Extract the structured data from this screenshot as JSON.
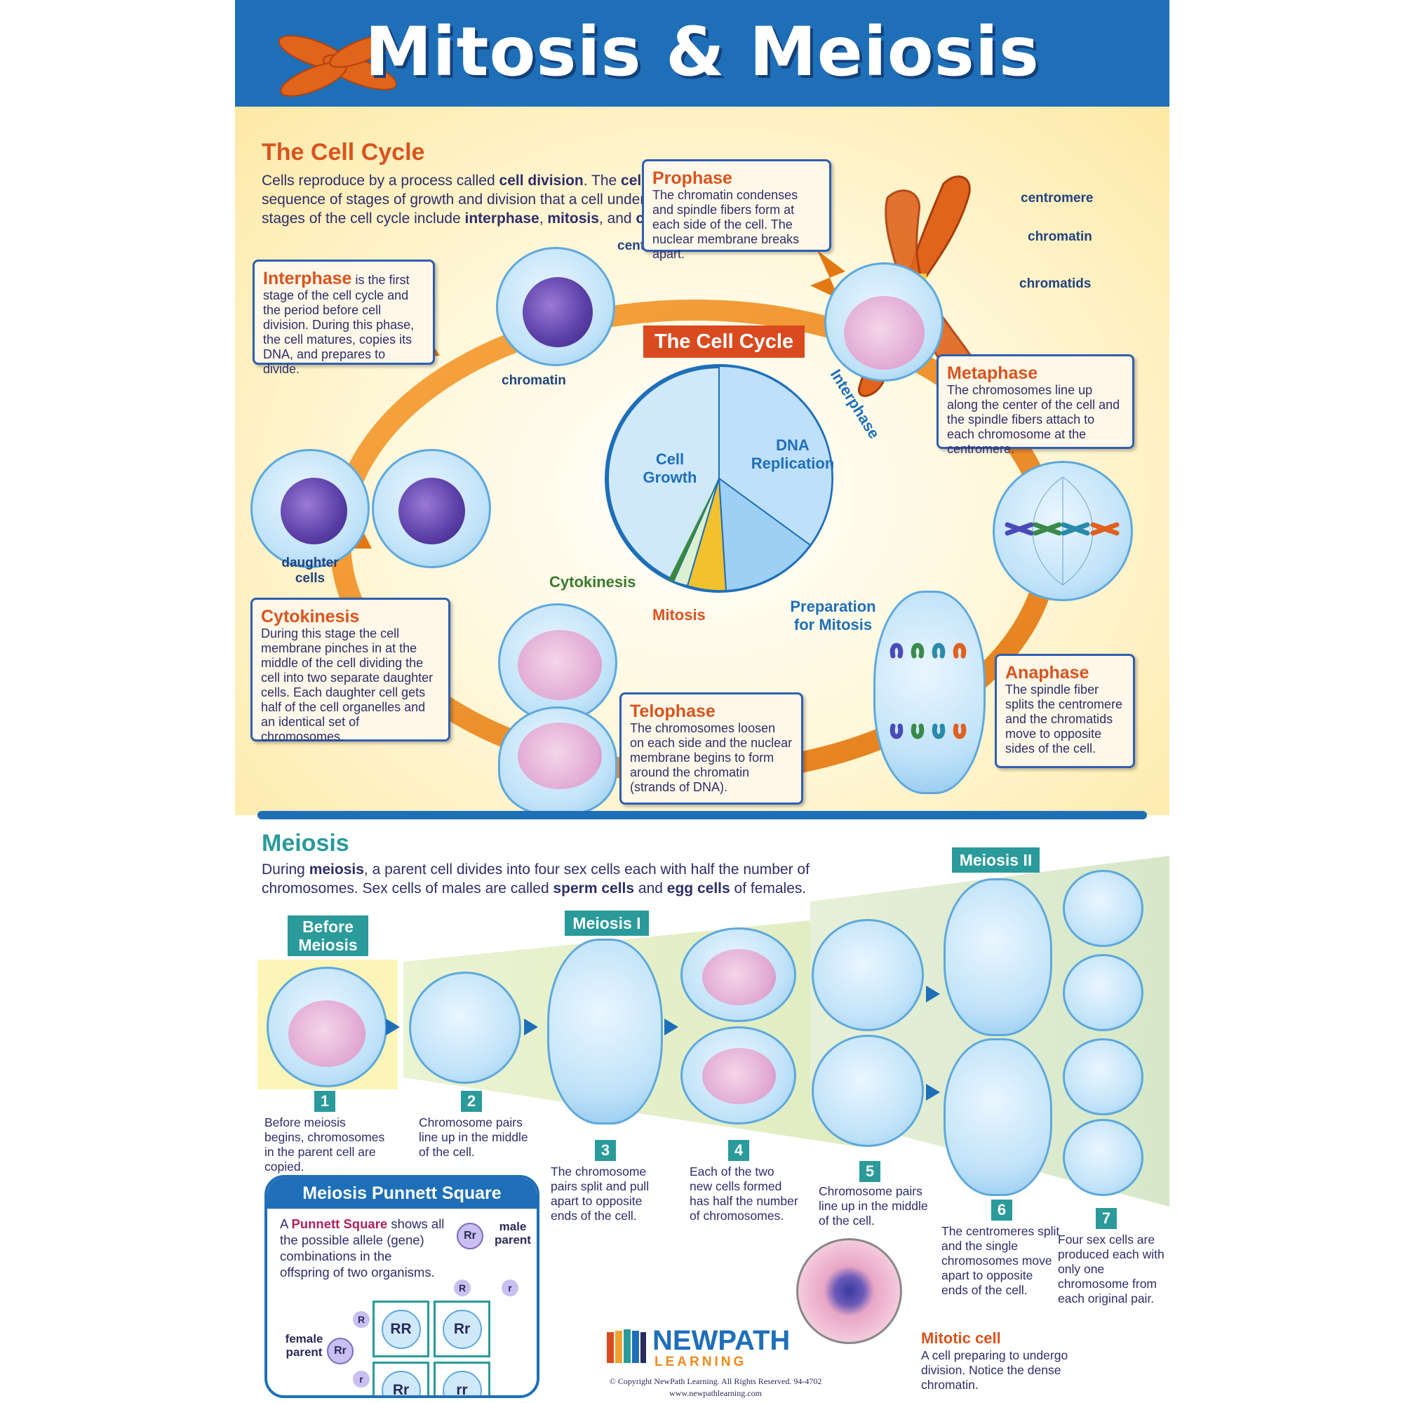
{
  "title": "Mitosis & Meiosis",
  "cell_cycle": {
    "heading": "The Cell Cycle",
    "intro_parts": [
      "Cells reproduce by a process called ",
      "cell division",
      ". The ",
      "cell cycle",
      " is the sequence of stages of growth and division that a cell undergoes. The three stages of the cell cycle include ",
      "interphase",
      ", ",
      "mitosis",
      ", and ",
      "cytokinesis",
      "."
    ],
    "diagram_banner": "The Cell Cycle",
    "pie_labels": {
      "interphase": "Interphase",
      "dna": "DNA Replication",
      "growth": "Cell Growth",
      "prep": "Preparation for Mitosis",
      "cytokinesis": "Cytokinesis",
      "mitosis": "Mitosis"
    },
    "cell_labels": {
      "centriole": "centriole",
      "chromatin": "chromatin",
      "daughter_cells": "daughter cells"
    },
    "chromosome_labels": {
      "centromere": "centromere",
      "chromatin": "chromatin",
      "chromatids": "chromatids"
    },
    "phases": {
      "interphase": {
        "title": "Interphase",
        "text": " is the first stage of the cell cycle and the period before cell division. During this phase, the cell matures, copies its DNA, and prepares to divide."
      },
      "prophase": {
        "title": "Prophase",
        "text": "The chromatin condenses and spindle fibers form at each side of the cell. The nuclear membrane breaks apart."
      },
      "metaphase": {
        "title": "Metaphase",
        "text": "The chromosomes line up along the center of the cell and the spindle fibers attach to each chromosome at the centromere."
      },
      "anaphase": {
        "title": "Anaphase",
        "text": "The spindle fiber splits the centromere and the chromatids move to opposite sides of the cell."
      },
      "telophase": {
        "title": "Telophase",
        "text": "The chromosomes loosen on each side and the nuclear membrane begins to form around the chromatin (strands of DNA)."
      },
      "cytokinesis": {
        "title": "Cytokinesis",
        "text": "During this stage the cell membrane pinches in at the middle of the cell dividing the cell into two separate daughter cells. Each daughter cell gets half of the cell organelles and an identical set of chromosomes."
      }
    }
  },
  "meiosis": {
    "heading": "Meiosis",
    "intro_parts": [
      "During ",
      "meiosis",
      ", a parent cell divides into four sex cells each with half the number of chromosomes. Sex cells of males are called ",
      "sperm cells",
      " and ",
      "egg cells",
      " of females."
    ],
    "stage_labels": {
      "before": "Before Meiosis",
      "meiosis1": "Meiosis I",
      "meiosis2": "Meiosis II"
    },
    "steps": [
      {
        "num": "1",
        "text": "Before meiosis begins, chromosomes in the parent cell are copied."
      },
      {
        "num": "2",
        "text": "Chromosome pairs line up in the middle of the cell."
      },
      {
        "num": "3",
        "text": "The chromosome pairs split and pull apart to opposite ends of the cell."
      },
      {
        "num": "4",
        "text": "Each of the two new cells formed has half the number of chromosomes."
      },
      {
        "num": "5",
        "text": "Chromosome pairs line up in the middle of the cell."
      },
      {
        "num": "6",
        "text": "The centromeres split and the single chromosomes move apart to opposite ends of the cell."
      },
      {
        "num": "7",
        "text": "Four sex cells are produced each with only one chromosome from each original pair."
      }
    ],
    "mitotic_cell": {
      "title": "Mitotic cell",
      "text": "A cell preparing to undergo division. Notice the dense chromatin."
    }
  },
  "punnett": {
    "title": "Meiosis Punnett Square",
    "text_parts": [
      "A ",
      "Punnett Square",
      " shows all the possible allele (gene) combinations in the offspring of two organisms."
    ],
    "male_label": "male parent",
    "female_label": "female parent",
    "parent_genotype": "Rr",
    "alleles": {
      "big": "R",
      "small": "r"
    },
    "grid": [
      "RR",
      "Rr",
      "Rr",
      "rr"
    ]
  },
  "brand": {
    "name_new": "NEW",
    "name_path": "PATH",
    "name_learning": "LEARNING",
    "copyright": "© Copyright NewPath Learning. All Rights Reserved. 94-4702",
    "url": "www.newpathlearning.com"
  },
  "colors": {
    "blue": "#1e6fb8",
    "orange": "#d9531e",
    "teal": "#2a9a9a",
    "arrow_orange": "#f08a1c",
    "cream": "#fff8e8"
  },
  "icons": {
    "logo": "newpath-book-icon",
    "chromosome": "chromosome-icon"
  }
}
